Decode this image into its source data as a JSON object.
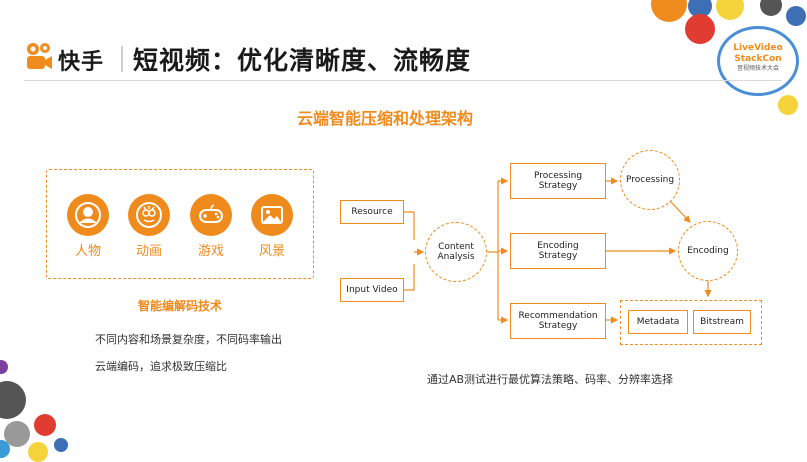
{
  "header": {
    "brand": "快手",
    "title": "短视频：优化清晰度、流畅度"
  },
  "section_title": "云端智能压缩和处理架构",
  "categories": [
    {
      "label": "人物",
      "icon": "person-icon"
    },
    {
      "label": "动画",
      "icon": "cartoon-icon"
    },
    {
      "label": "游戏",
      "icon": "gamepad-icon"
    },
    {
      "label": "风景",
      "icon": "landscape-icon"
    }
  ],
  "left_subtitle": "智能编解码技术",
  "descriptions": [
    "不同内容和场景复杂度，不同码率输出",
    "云端编码，追求极致压缩比"
  ],
  "flow": {
    "resource": "Resource",
    "input_video": "Input Video",
    "content_analysis": [
      "Content",
      "Analysis"
    ],
    "processing_strategy": [
      "Processing",
      "Strategy"
    ],
    "encoding_strategy": [
      "Encoding",
      "Strategy"
    ],
    "recommendation_strategy": [
      "Recommendation",
      "Strategy"
    ],
    "processing": "Processing",
    "encoding": "Encoding",
    "metadata": "Metadata",
    "bitstream": "Bitstream"
  },
  "caption": "通过AB测试进行最优算法策略、码率、分辨率选择",
  "badge": {
    "line1": "LiveVideo",
    "line2": "StackCon",
    "line3": "音视频技术大会"
  },
  "colors": {
    "accent": "#f08c1e"
  }
}
